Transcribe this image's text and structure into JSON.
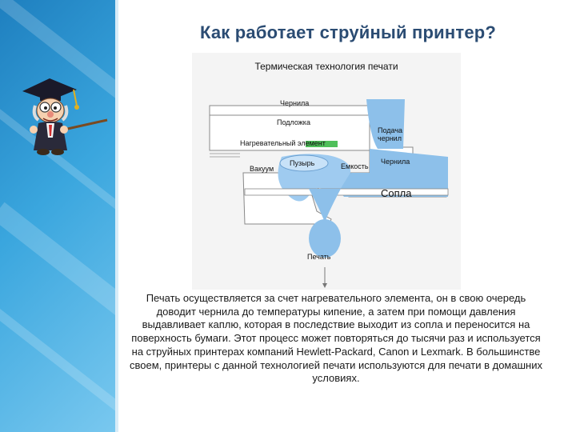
{
  "slide": {
    "title": "Как работает струйный принтер?",
    "description": "Печать осуществляется за счет нагревательного элемента, он в свою очередь доводит чернила до температуры кипение, а затем при помощи давления выдавливает каплю, которая в последствие выходит из сопла и переносится на поверхность бумаги. Этот процесс может повторяться до тысячи раз и используется на струйных принтерах компаний Hewlett-Packard, Canon и Lexmark. В большинстве своем, принтеры с данной технологией печати используются для печати в домашних условиях."
  },
  "diagram": {
    "title": "Термическая технология печати",
    "labels": {
      "ink": "Чернила",
      "substrate": "Подложка",
      "heater": "Нагревательный элемент",
      "ink_feed": "Подача\nчернил",
      "vacuum": "Вакуум",
      "bubble": "Пузырь",
      "chamber": "Емкость",
      "ink_right": "Чернила",
      "nozzle": "Сопла",
      "print": "Печать"
    }
  },
  "colors": {
    "title": "#2b4c73",
    "ink": "#7fb6e6",
    "sidebar": "#2a8fcf",
    "heater": "#4fbf5a"
  },
  "icons": {
    "mascot": "professor-mascot-icon"
  }
}
